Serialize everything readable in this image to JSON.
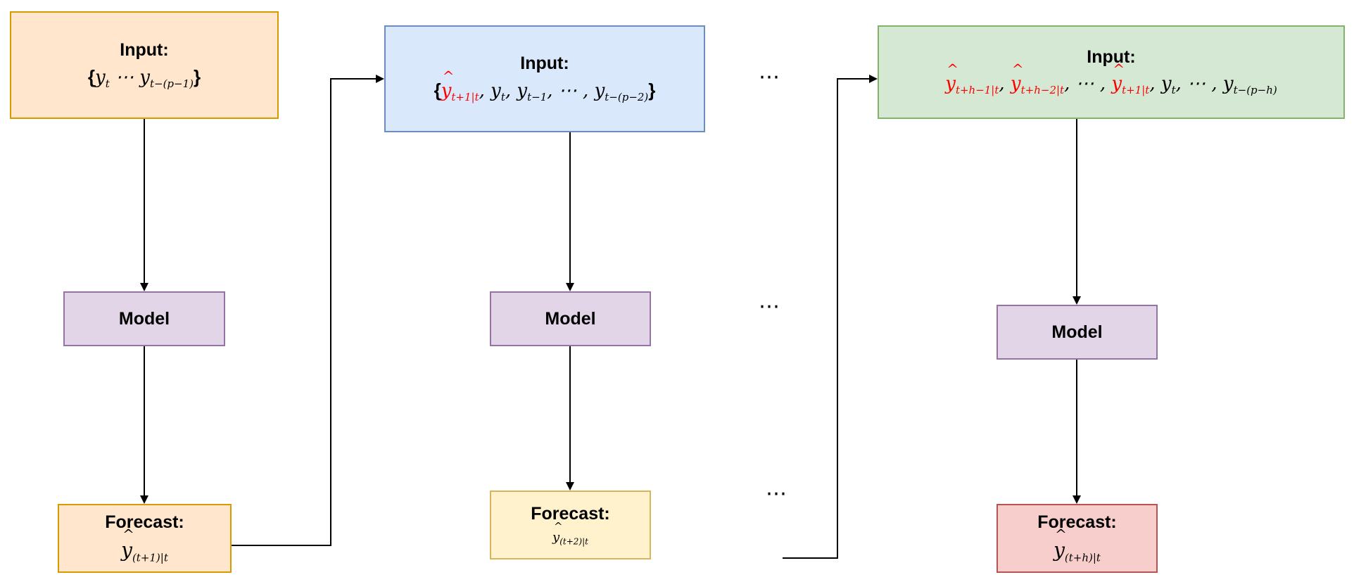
{
  "step1": {
    "input_label": "Input:",
    "input_value": "{y_t ⋯ y_t−(p−1)}",
    "model_label": "Model",
    "forecast_label": "Forecast:",
    "forecast_value": "ŷ_(t+1)|t"
  },
  "step2": {
    "input_label": "Input:",
    "input_value": "{ŷ_t+1|t, y_t, y_t−1, ⋯, y_t−(p−2)}",
    "model_label": "Model",
    "forecast_label": "Forecast:",
    "forecast_value": "ŷ_(t+2)|t"
  },
  "step3": {
    "input_label": "Input:",
    "input_value": "ŷ_t+h−1|t, ŷ_t+h−2|t, ⋯, ŷ_t+1|t, y_t, ⋯, y_t−(p−h)",
    "model_label": "Model",
    "forecast_label": "Forecast:",
    "forecast_value": "ŷ_(t+h)|t"
  },
  "ellipsis": "⋯",
  "colors": {
    "forecast_highlight": "#ff0000",
    "orange_fill": "#ffe6cc",
    "blue_fill": "#dae8fc",
    "green_fill": "#d5e8d4",
    "purple_fill": "#e1d5e7",
    "yellow_fill": "#fff2cc",
    "red_fill": "#f8cecc"
  }
}
